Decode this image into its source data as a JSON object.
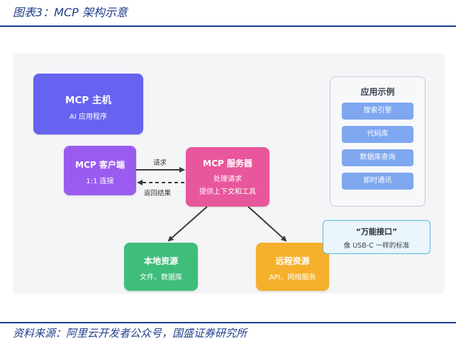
{
  "header": {
    "title": "图表3：MCP 架构示意"
  },
  "nodes": {
    "host": {
      "title": "MCP 主机",
      "subtitle": "AI 应用程序"
    },
    "client": {
      "title": "MCP 客户端",
      "subtitle": "1:1 连接"
    },
    "server": {
      "title": "MCP 服务器",
      "lines": [
        "处理请求",
        "提供上下文和工具"
      ]
    },
    "local": {
      "title": "本地资源",
      "subtitle": "文件、数据库"
    },
    "remote": {
      "title": "远程资源",
      "subtitle": "API、网络服务"
    }
  },
  "edges": {
    "request": "请求",
    "response": "返回结果"
  },
  "examples": {
    "title": "应用示例",
    "items": [
      "搜索引擎",
      "代码库",
      "数据库查询",
      "即时通讯"
    ]
  },
  "analogy": {
    "title": "“万能接口”",
    "subtitle": "像 USB-C 一样的标准"
  },
  "footer": {
    "source": "资料来源：阿里云开发者公众号，国盛证券研究所"
  },
  "colors": {
    "host": "#6663f0",
    "client": "#9a5cf0",
    "server": "#e8579b",
    "local": "#3fbd7b",
    "remote": "#f5b12c",
    "pill": "#7ea7ef",
    "accent": "#1f3e8c"
  }
}
